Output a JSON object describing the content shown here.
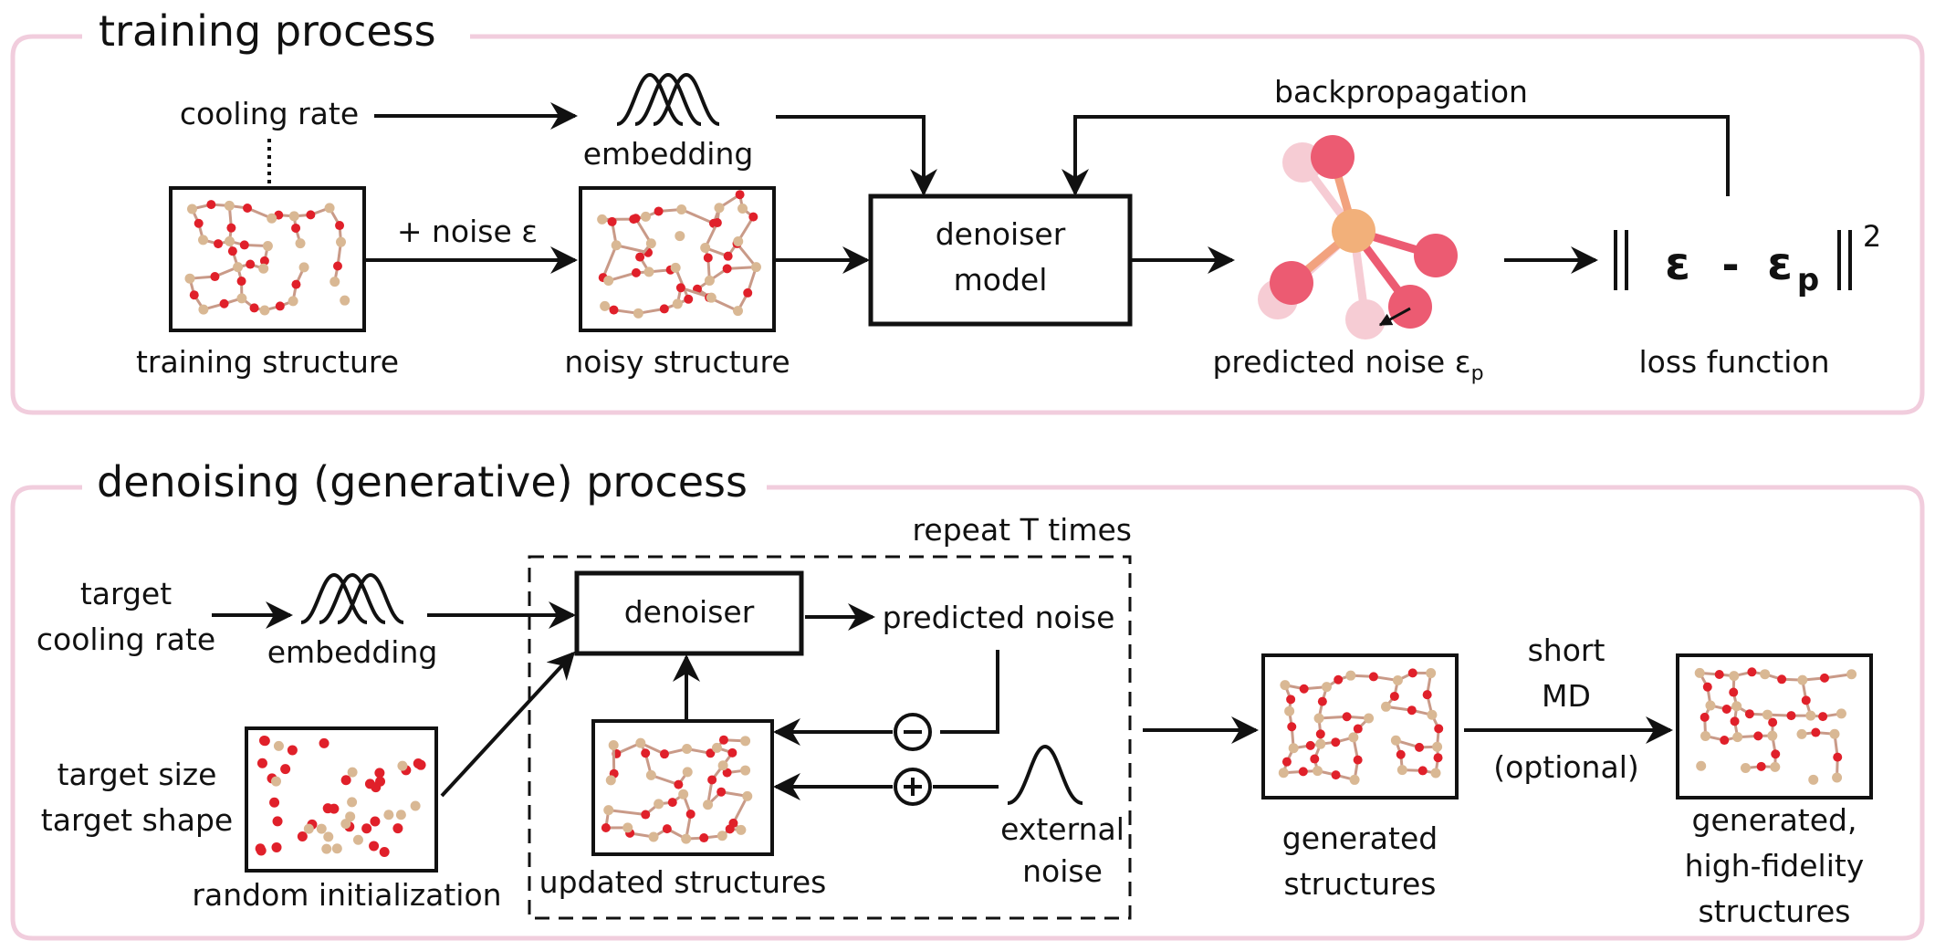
{
  "training": {
    "title": "training process",
    "cooling_rate": "cooling rate",
    "embedding": "embedding",
    "noise_label": "+ noise ε",
    "training_structure": "training structure",
    "noisy_structure": "noisy structure",
    "denoiser_line1": "denoiser",
    "denoiser_line2": "model",
    "backpropagation": "backpropagation",
    "predicted_noise_prefix": "predicted noise ε",
    "predicted_noise_sub": "p",
    "loss_eps": "ε",
    "loss_dash": "-",
    "loss_eps2": "ε",
    "loss_sub": "p",
    "loss_exp": "2",
    "loss_function": "loss function"
  },
  "generative": {
    "title": "denoising (generative) process",
    "target_line1": "target",
    "target_line2": "cooling rate",
    "embedding": "embedding",
    "repeat": "repeat T times",
    "denoiser": "denoiser",
    "predicted_noise": "predicted noise",
    "target_size": "target size",
    "target_shape": "target shape",
    "random_init": "random initialization",
    "updated": "updated structures",
    "minus": "−",
    "plus": "+",
    "external_line1": "external",
    "external_line2": "noise",
    "generated_line1": "generated",
    "generated_line2": "structures",
    "short": "short",
    "md": "MD",
    "optional": "(optional)",
    "hf_line1": "generated,",
    "hf_line2": "high-fidelity",
    "hf_line3": "structures"
  },
  "colors": {
    "frame": "#f1cddd",
    "oxygen": "#e0202a",
    "silicon": "#d9b894",
    "bond": "#c99a88",
    "node_orange": "#f2b07a",
    "node_red": "#ec5b72",
    "node_faded": "#f6ccd4"
  }
}
